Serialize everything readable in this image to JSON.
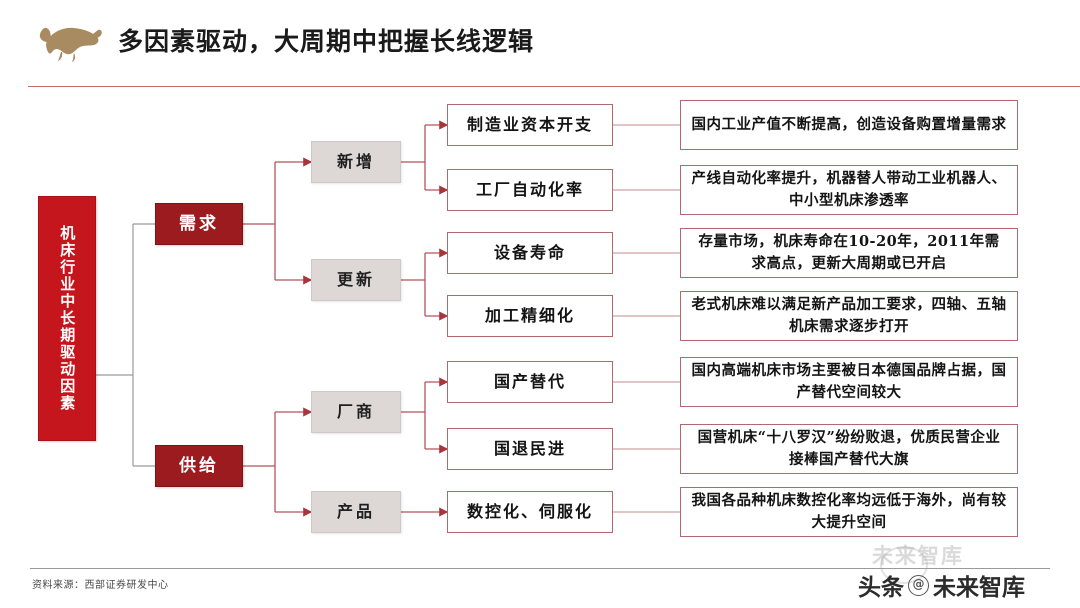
{
  "header": {
    "title": "多因素驱动，大周期中把握长线逻辑",
    "logo_icon": "bull-icon"
  },
  "diagram": {
    "root": {
      "label": "机床行业中长期驱动因素"
    },
    "categories": [
      {
        "label": "需求"
      },
      {
        "label": "供给"
      }
    ],
    "subcategories": [
      {
        "label": "新增"
      },
      {
        "label": "更新"
      },
      {
        "label": "厂商"
      },
      {
        "label": "产品"
      }
    ],
    "items": [
      {
        "label": "制造业资本开支"
      },
      {
        "label": "工厂自动化率"
      },
      {
        "label": "设备寿命"
      },
      {
        "label": "加工精细化"
      },
      {
        "label": "国产替代"
      },
      {
        "label": "国退民进"
      },
      {
        "label": "数控化、伺服化"
      }
    ],
    "descriptions": [
      {
        "text": "国内工业产值不断提高，创造设备购置增量需求"
      },
      {
        "text": "产线自动化率提升，机器替人带动工业机器人、中小型机床渗透率"
      },
      {
        "text": "存量市场，机床寿命在10-20年，2011年需求高点，更新大周期或已开启"
      },
      {
        "text": "老式机床难以满足新产品加工要求，四轴、五轴机床需求逐步打开"
      },
      {
        "text": "国内高端机床市场主要被日本德国品牌占据，国产替代空间较大"
      },
      {
        "text": "国营机床“十八罗汉”纷纷败退，优质民营企业接棒国产替代大旗"
      },
      {
        "text": "我国各品种机床数控化率均远低于海外，尚有较大提升空间"
      }
    ]
  },
  "footer": {
    "source": "资料来源：西部证券研发中心"
  },
  "watermark": {
    "faint_text": "未来智库",
    "brand_prefix": "头条",
    "brand_at": "@",
    "brand_name": "未来智库"
  },
  "colors": {
    "root_red": "#C4161C",
    "category_red": "#9B1B1E",
    "sub_grey": "#DDD8D6",
    "border_red": "#B06A6E",
    "connector_red": "#B5535A",
    "connector_grey": "#9A9A9A",
    "logo_tan": "#A98B62"
  }
}
